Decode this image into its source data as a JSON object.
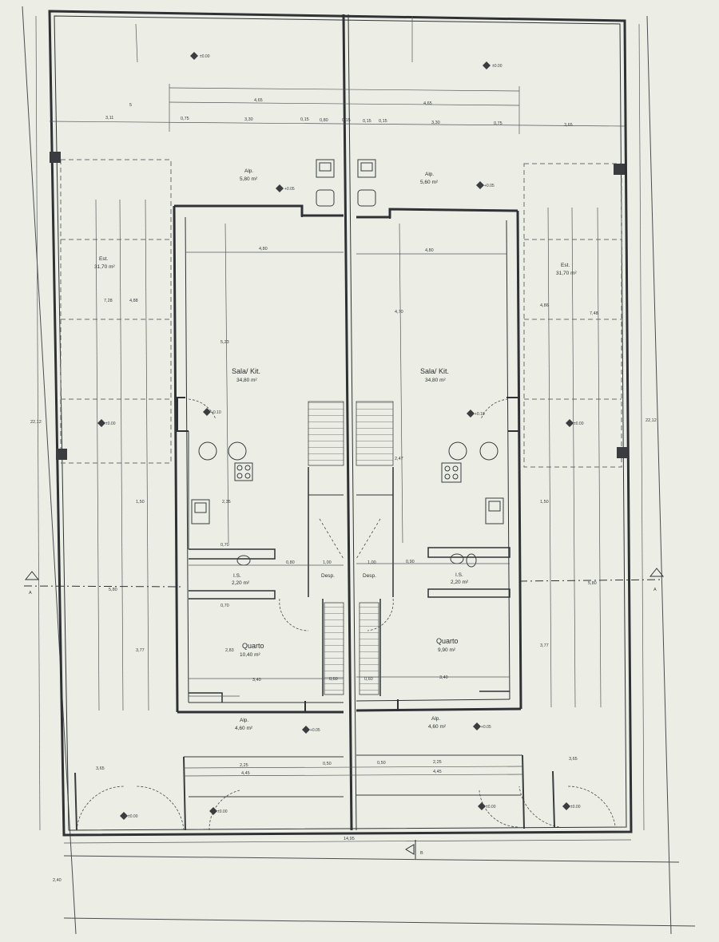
{
  "rooms": {
    "sala_left": {
      "label": "Sala/ Kit.",
      "area": "34,80 m²"
    },
    "sala_right": {
      "label": "Sala/ Kit.",
      "area": "34,80 m²"
    },
    "quarto_left": {
      "label": "Quarto",
      "area": "10,40 m²"
    },
    "quarto_right": {
      "label": "Quarto",
      "area": "9,90 m²"
    },
    "ws_left": {
      "label": "I.S.",
      "area": "2,20 m²"
    },
    "ws_right": {
      "label": "I.S.",
      "area": "2,20 m²"
    },
    "desp_left": {
      "label": "Desp."
    },
    "desp_right": {
      "label": "Desp."
    },
    "alp_top_left": {
      "label": "Alp.",
      "area": "5,80 m²"
    },
    "alp_top_right": {
      "label": "Alp.",
      "area": "5,60 m²"
    },
    "alp_bot_left": {
      "label": "Alp.",
      "area": "4,60 m²"
    },
    "alp_bot_right": {
      "label": "Alp.",
      "area": "4,60 m²"
    },
    "est_left": {
      "label": "Est.",
      "area": "31,70 m²"
    },
    "est_right": {
      "label": "Est.",
      "area": "31,70 m²"
    }
  },
  "levels": {
    "tl": "±0.00",
    "tr": "±0.00",
    "a1": "+0.05",
    "a2": "+0.05",
    "s1": "+0.10",
    "s2": "+0.10",
    "e1": "±0.00",
    "e2": "±0.00",
    "b1": "+0.05",
    "b2": "+0.05",
    "bl": "±0.00",
    "bl2": "±0.00",
    "br2": "±0.00",
    "br": "±0.00"
  },
  "dims": {
    "top1": "4,65",
    "top2": "4,65",
    "t1": "0,75",
    "t2": "3,30",
    "t3": "0,15",
    "t4": "0,80",
    "t5": "0,15",
    "t6": "0,15",
    "t7": "0,15",
    "t8": "3,30",
    "t9": "0,75",
    "sideL": "3,11",
    "sideR": "3,65",
    "s5": "5",
    "w1": "4,80",
    "w2": "4,80",
    "h1": "5,23",
    "h2": "4,70",
    "e1": "7,28",
    "e2": "7,48",
    "e3": "4,88",
    "e4": "4,86",
    "k1": "2,35",
    "k2": "2,47",
    "m1": "1,50",
    "m2": "1,50",
    "d1": "0,80",
    "d2": "0,90",
    "d3": "1,00",
    "d4": "1,00",
    "q1": "3,40",
    "q2": "3,40",
    "q3": "2,83",
    "q4": "0,60",
    "q5": "0,60",
    "sv1": "0,70",
    "sv2": "0,70",
    "tot": "14,95",
    "bot1": "3,65",
    "bot2": "2,25",
    "bot3": "0,50",
    "bot4": "0,50",
    "bot5": "2,25",
    "bot6": "3,65",
    "b45a": "4,45",
    "b45b": "4,45",
    "ht1": "22,12",
    "ht2": "22,12",
    "f1": "5,80",
    "f2": "5,80",
    "f3": "3,77",
    "f4": "3,77",
    "sb": "2,40"
  },
  "cut": {
    "A": "A",
    "B": "B"
  }
}
